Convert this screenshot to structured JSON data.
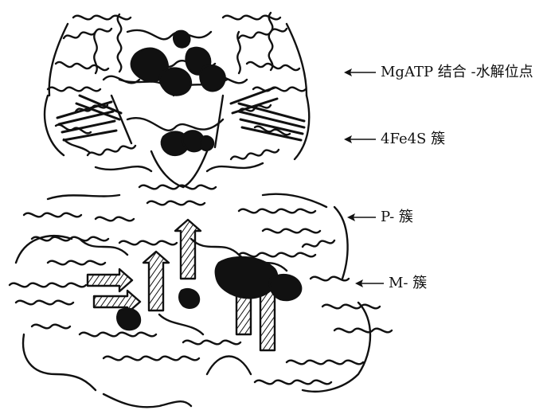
{
  "labels": {
    "mgatp_site": "MgATP 结合 -水解位点",
    "fe4s4_cluster": "4Fe4S 簇",
    "p_cluster": "P- 簇",
    "m_cluster": "M- 簇"
  },
  "colors": {
    "ink": "#111111",
    "background": "#ffffff"
  },
  "icons": [
    "left-arrow-icon"
  ]
}
